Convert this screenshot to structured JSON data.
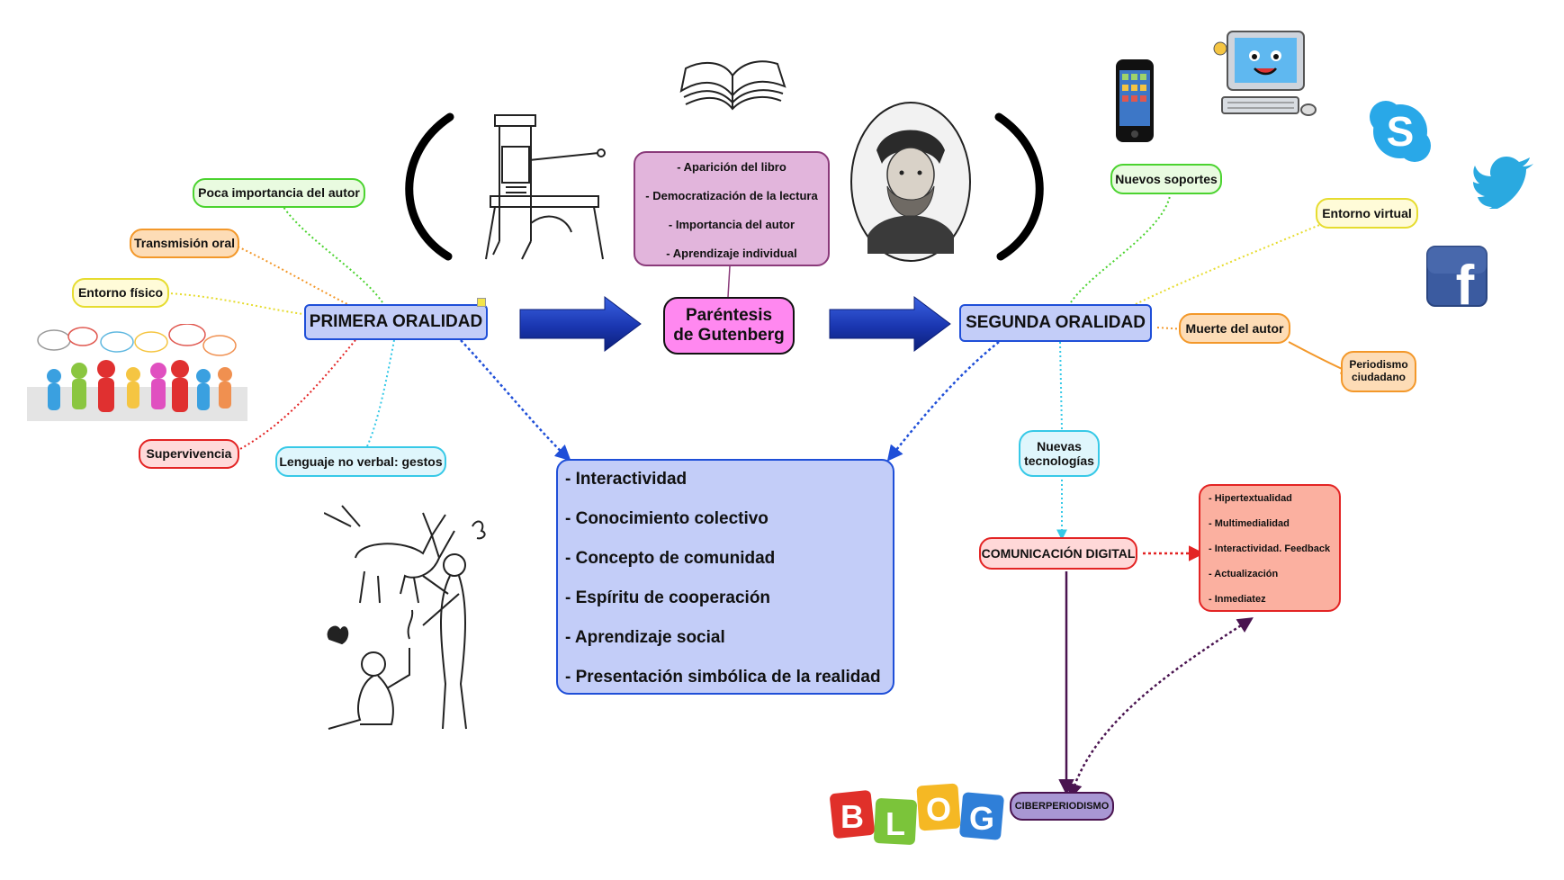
{
  "center": {
    "line1": "Paréntesis",
    "line2": "de Gutenberg"
  },
  "gutenberg_box": [
    "- Aparición del libro",
    "- Democratización de la lectura",
    "- Importancia del autor",
    "- Aprendizaje individual"
  ],
  "primera": {
    "title": "PRIMERA ORALIDAD",
    "poca": "Poca importancia del autor",
    "transmision": "Transmisión oral",
    "entorno": "Entorno físico",
    "supervivencia": "Supervivencia",
    "lenguaje": "Lenguaje no verbal: gestos"
  },
  "segunda": {
    "title": "SEGUNDA ORALIDAD",
    "soportes": "Nuevos soportes",
    "entorno_virtual": "Entorno virtual",
    "muerte": "Muerte del autor",
    "periodismo_1": "Periodismo",
    "periodismo_2": "ciudadano",
    "nuevas_1": "Nuevas",
    "nuevas_2": "tecnologías",
    "comunicacion": "COMUNICACIÓN DIGITAL",
    "ciber": "CIBERPERIODISMO",
    "digital_list": [
      "- Hipertextualidad",
      "- Multimedialidad",
      "- Interactividad. Feedback",
      "- Actualización",
      "- Inmediatez"
    ]
  },
  "shared_list": [
    "- Interactividad",
    "- Conocimiento colectivo",
    "- Concepto de comunidad",
    "- Espíritu de cooperación",
    "- Aprendizaje social",
    "- Presentación simbólica de la realidad"
  ],
  "blog_letters": [
    "B",
    "L",
    "O",
    "G"
  ],
  "icons": {
    "skype_letter": "S",
    "facebook_letter": "f"
  },
  "colors": {
    "main_fill": "#c3cdf8",
    "main_border": "#1f4fd8",
    "center_fill": "#ff88f0",
    "gutenberg_fill": "#e2b5dc",
    "digital_fill": "#fbb0a0",
    "ciber_fill": "#a897d3",
    "arrow_blue": "#1432a6"
  }
}
